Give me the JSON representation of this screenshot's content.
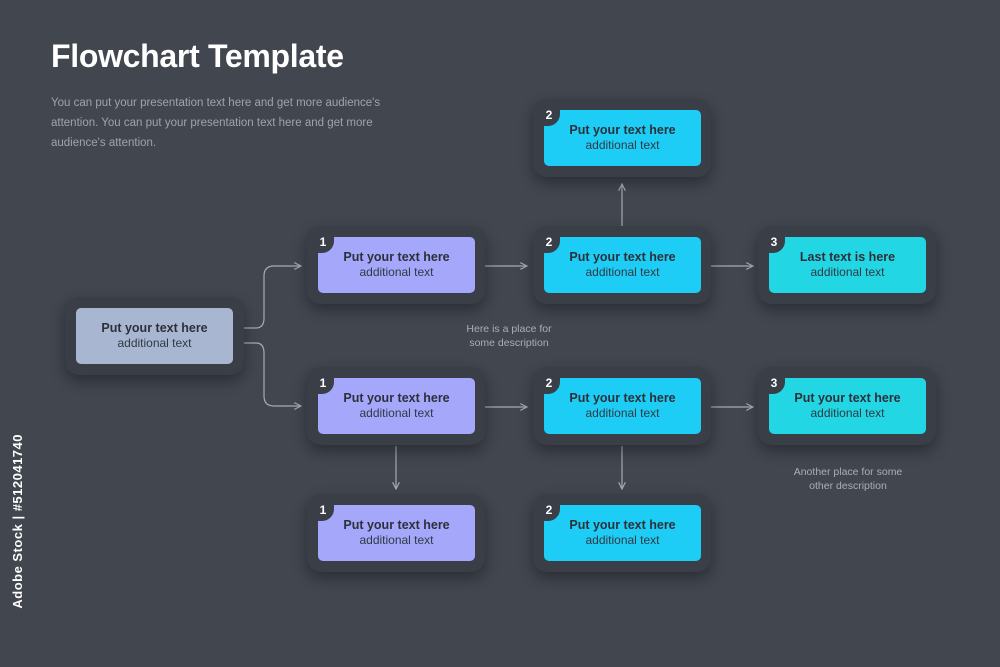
{
  "header": {
    "title": "Flowchart Template",
    "subtitle": "You can put your presentation text here and get more audience's attention. You can put your presentation text here and get more audience's attention."
  },
  "colors": {
    "background": "#41464f",
    "frame": "#3a3e46",
    "gray_box": "#a9b6d2",
    "violet_box": "#a4a7fa",
    "blue_box": "#1dcdf6",
    "cyan_box": "#22d6e4",
    "connector": "#a6abb3"
  },
  "nodes": {
    "start": {
      "main": "Put your text here",
      "sub": "additional text"
    },
    "upper_step1": {
      "number": "1",
      "main": "Put your text here",
      "sub": "additional text"
    },
    "upper_step2": {
      "number": "2",
      "main": "Put your text here",
      "sub": "additional text"
    },
    "top_step2": {
      "number": "2",
      "main": "Put your text here",
      "sub": "additional text"
    },
    "upper_step3": {
      "number": "3",
      "main": "Last text is here",
      "sub": "additional text"
    },
    "lower_step1": {
      "number": "1",
      "main": "Put your text here",
      "sub": "additional text"
    },
    "lower_step2": {
      "number": "2",
      "main": "Put your text here",
      "sub": "additional text"
    },
    "lower_step3": {
      "number": "3",
      "main": "Put your text here",
      "sub": "additional text"
    },
    "bottom_step1": {
      "number": "1",
      "main": "Put your text here",
      "sub": "additional text"
    },
    "bottom_step2": {
      "number": "2",
      "main": "Put your text here",
      "sub": "additional text"
    }
  },
  "notes": {
    "middle": "Here is a place for some description",
    "right": "Another place for some other description"
  },
  "watermark": {
    "id_text": "Adobe Stock | #512041740"
  }
}
